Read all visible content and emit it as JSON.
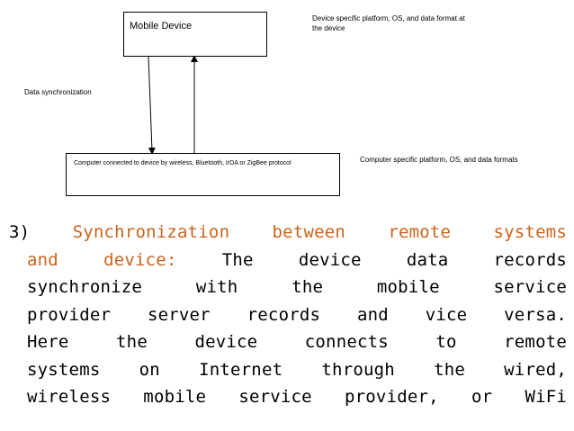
{
  "diagram": {
    "mobile_device_label": "Mobile Device",
    "computer_label": "Computer connected to device by wireless, Bluetooth, IrDA or ZigBee protocol",
    "note_device": "Device specific platform, OS, and data format at the device",
    "note_device_line1": "Device specific platform, OS, and data format at",
    "note_device_line2": "the device",
    "note_sync": "Data synchronization",
    "note_computer": "Computer specific platform, OS, and data formats"
  },
  "paragraph": {
    "number": "3)",
    "heading": "Synchronization between remote systems and device:",
    "heading_part1": "Synchronization between remote systems",
    "heading_part2": "and device:",
    "line2_rest": "The device data records",
    "line3": "synchronize with the mobile service",
    "line4": "provider server records and vice versa.",
    "line5": "Here the device connects to remote",
    "line6": "systems on Internet through the wired,",
    "line7": "wireless mobile service provider, or WiFi"
  },
  "colors": {
    "highlight": "#C8641E",
    "text": "#000000",
    "border": "#000000"
  }
}
